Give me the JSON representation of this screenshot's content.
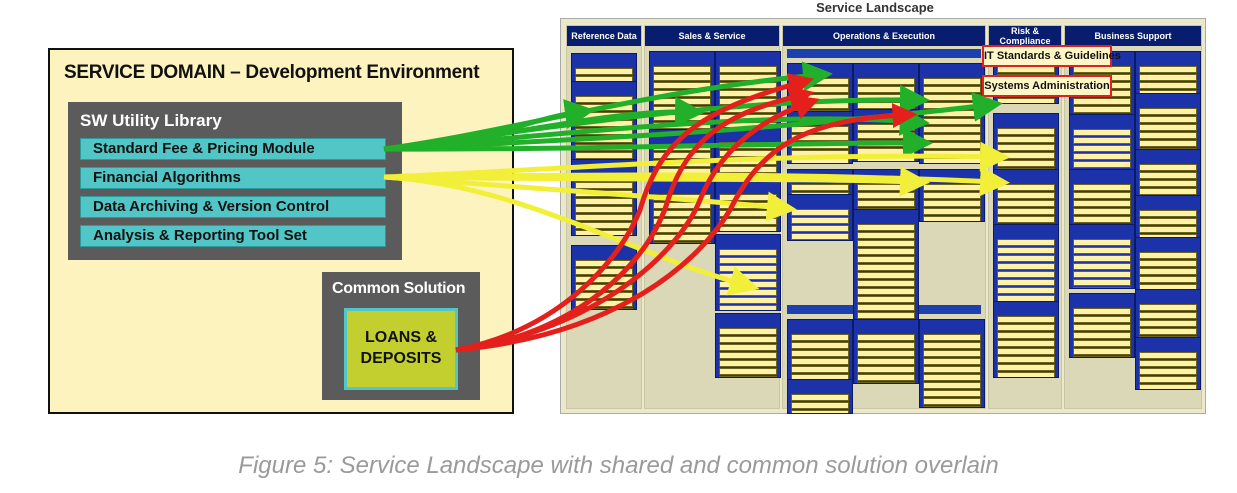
{
  "domain": {
    "title": "SERVICE DOMAIN – Development Environment",
    "library_title": "SW Utility Library",
    "modules": [
      "Standard Fee & Pricing Module",
      "Financial Algorithms",
      "Data Archiving & Version Control",
      "Analysis & Reporting Tool Set"
    ],
    "common_title": "Common Solution",
    "common_item_line1": "LOANS &",
    "common_item_line2": "DEPOSITS"
  },
  "landscape": {
    "title": "Service Landscape",
    "columns": [
      "Reference Data",
      "Sales & Service",
      "Operations & Execution",
      "Risk & Compliance",
      "Business Support"
    ],
    "callouts": [
      "IT Standards & Guidelines",
      "Systems Administration"
    ]
  },
  "colors": {
    "green_arrow": "#22b02a",
    "yellow_arrow": "#f2ef3a",
    "red_arrow": "#e3201b",
    "module_fill": "#52c6c6",
    "landscape_header": "#081d6e"
  },
  "caption": "Figure 5: Service Landscape with shared and common solution overlain"
}
